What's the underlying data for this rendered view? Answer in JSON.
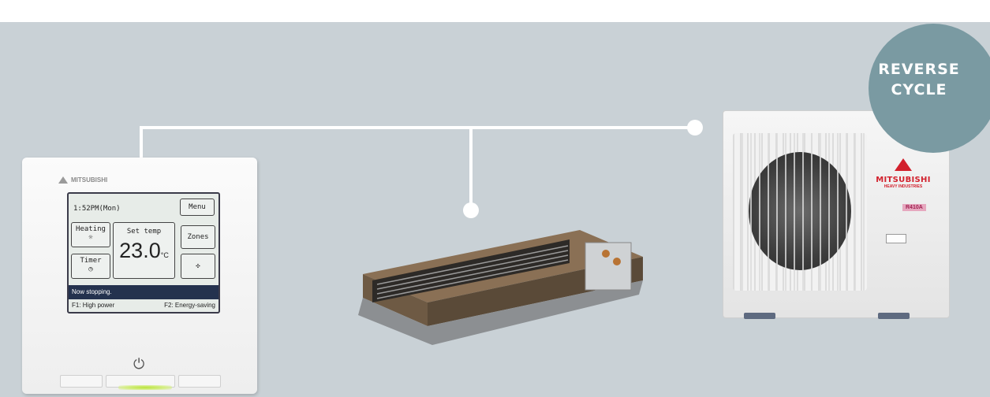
{
  "badge": {
    "line1": "REVERSE",
    "line2": "CYCLE"
  },
  "controller": {
    "brand": "MITSUBISHI",
    "time": "1:52PM(Mon)",
    "menu_label": "Menu",
    "heating_label": "Heating",
    "heating_icon": "sun-icon",
    "timer_label": "Timer",
    "timer_icon": "clock-icon",
    "set_temp_label": "Set temp",
    "set_temp_value": "23.0",
    "set_temp_unit": "°C",
    "zones_label": "Zones",
    "fan_icon": "fan-icon",
    "status_text": "Now stopping.",
    "f1_label": "F1: High power",
    "f2_label": "F2: Energy-saving",
    "power_icon": "power-icon"
  },
  "outdoor_unit": {
    "brand": "MITSUBISHI",
    "brand_sub": "HEAVY INDUSTRIES",
    "refrigerant": "R410A"
  },
  "colors": {
    "background": "#c9d1d6",
    "badge": "#7a9aa2",
    "brand_red": "#d2202c",
    "status_bar": "#24324e"
  }
}
